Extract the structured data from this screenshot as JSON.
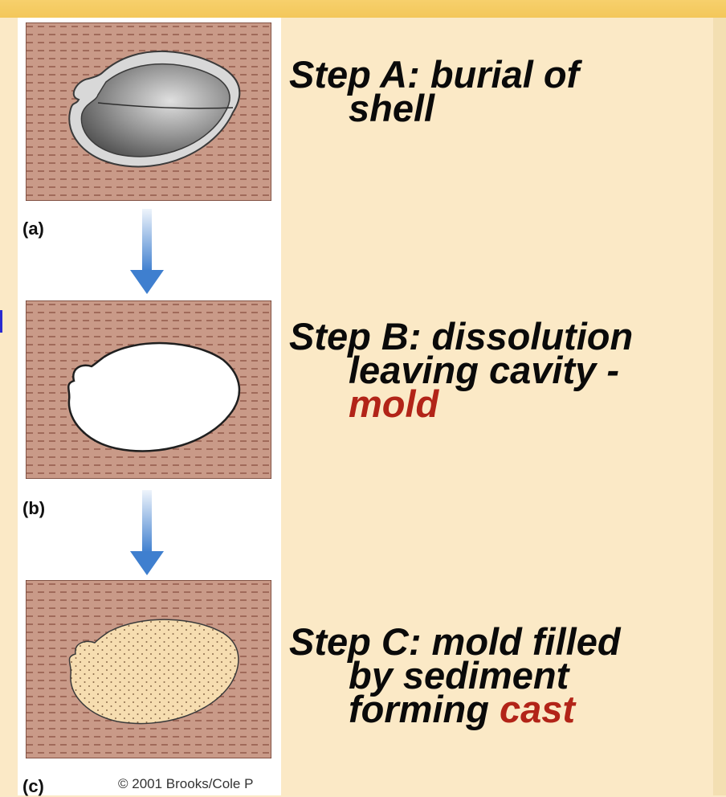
{
  "figure": {
    "panels": [
      {
        "label": "(a)"
      },
      {
        "label": "(b)"
      },
      {
        "label": "(c)"
      }
    ],
    "copyright": "© 2001 Brooks/Cole P"
  },
  "steps": [
    {
      "line1": "Step A: burial of",
      "line2": "shell",
      "line3": ""
    },
    {
      "line1": "Step B: dissolution",
      "line2": "leaving cavity -",
      "line3_highlight": "mold"
    },
    {
      "line1": "Step C: mold filled",
      "line2": "by sediment",
      "line3_text": "forming",
      "line3_highlight": "cast"
    }
  ],
  "colors": {
    "background": "#fbe9c6",
    "top_bar": "#f3c75a",
    "sediment": "#c99a88",
    "sediment_dash": "#8a4f40",
    "arrow": "#3f7fcf",
    "highlight": "#b22418",
    "cast_fill": "#f6ddb0"
  }
}
